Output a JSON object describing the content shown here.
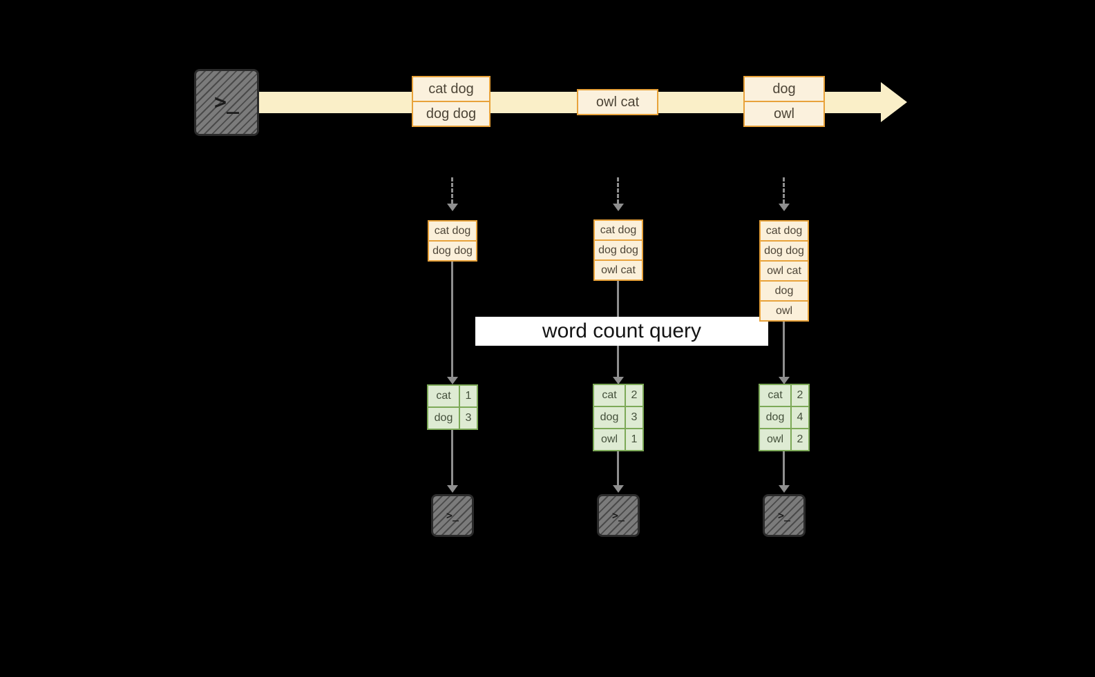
{
  "banner": {
    "label": "word count query"
  },
  "terminals": {
    "glyph": ">_"
  },
  "stream": {
    "events": [
      {
        "labels": [
          "cat dog",
          "dog dog"
        ]
      },
      {
        "labels": [
          "owl cat"
        ]
      },
      {
        "labels": [
          "dog",
          "owl"
        ]
      }
    ]
  },
  "columns": [
    {
      "buffer": [
        "cat dog",
        "dog dog"
      ],
      "counts": [
        {
          "word": "cat",
          "count": "1"
        },
        {
          "word": "dog",
          "count": "3"
        }
      ]
    },
    {
      "buffer": [
        "cat dog",
        "dog dog",
        "owl cat"
      ],
      "counts": [
        {
          "word": "cat",
          "count": "2"
        },
        {
          "word": "dog",
          "count": "3"
        },
        {
          "word": "owl",
          "count": "1"
        }
      ]
    },
    {
      "buffer": [
        "cat dog",
        "dog dog",
        "owl cat",
        "dog",
        "owl"
      ],
      "counts": [
        {
          "word": "cat",
          "count": "2"
        },
        {
          "word": "dog",
          "count": "4"
        },
        {
          "word": "owl",
          "count": "2"
        }
      ]
    }
  ],
  "colors": {
    "background": "#000000",
    "stream_band": "#FAEFC8",
    "event_border": "#E8A23A",
    "event_fill": "#FBF1DD",
    "table_border": "#7CA957",
    "table_fill": "#DEEBD3",
    "arrow_gray": "#8F8F8F",
    "banner_bg": "#FFFFFF"
  }
}
